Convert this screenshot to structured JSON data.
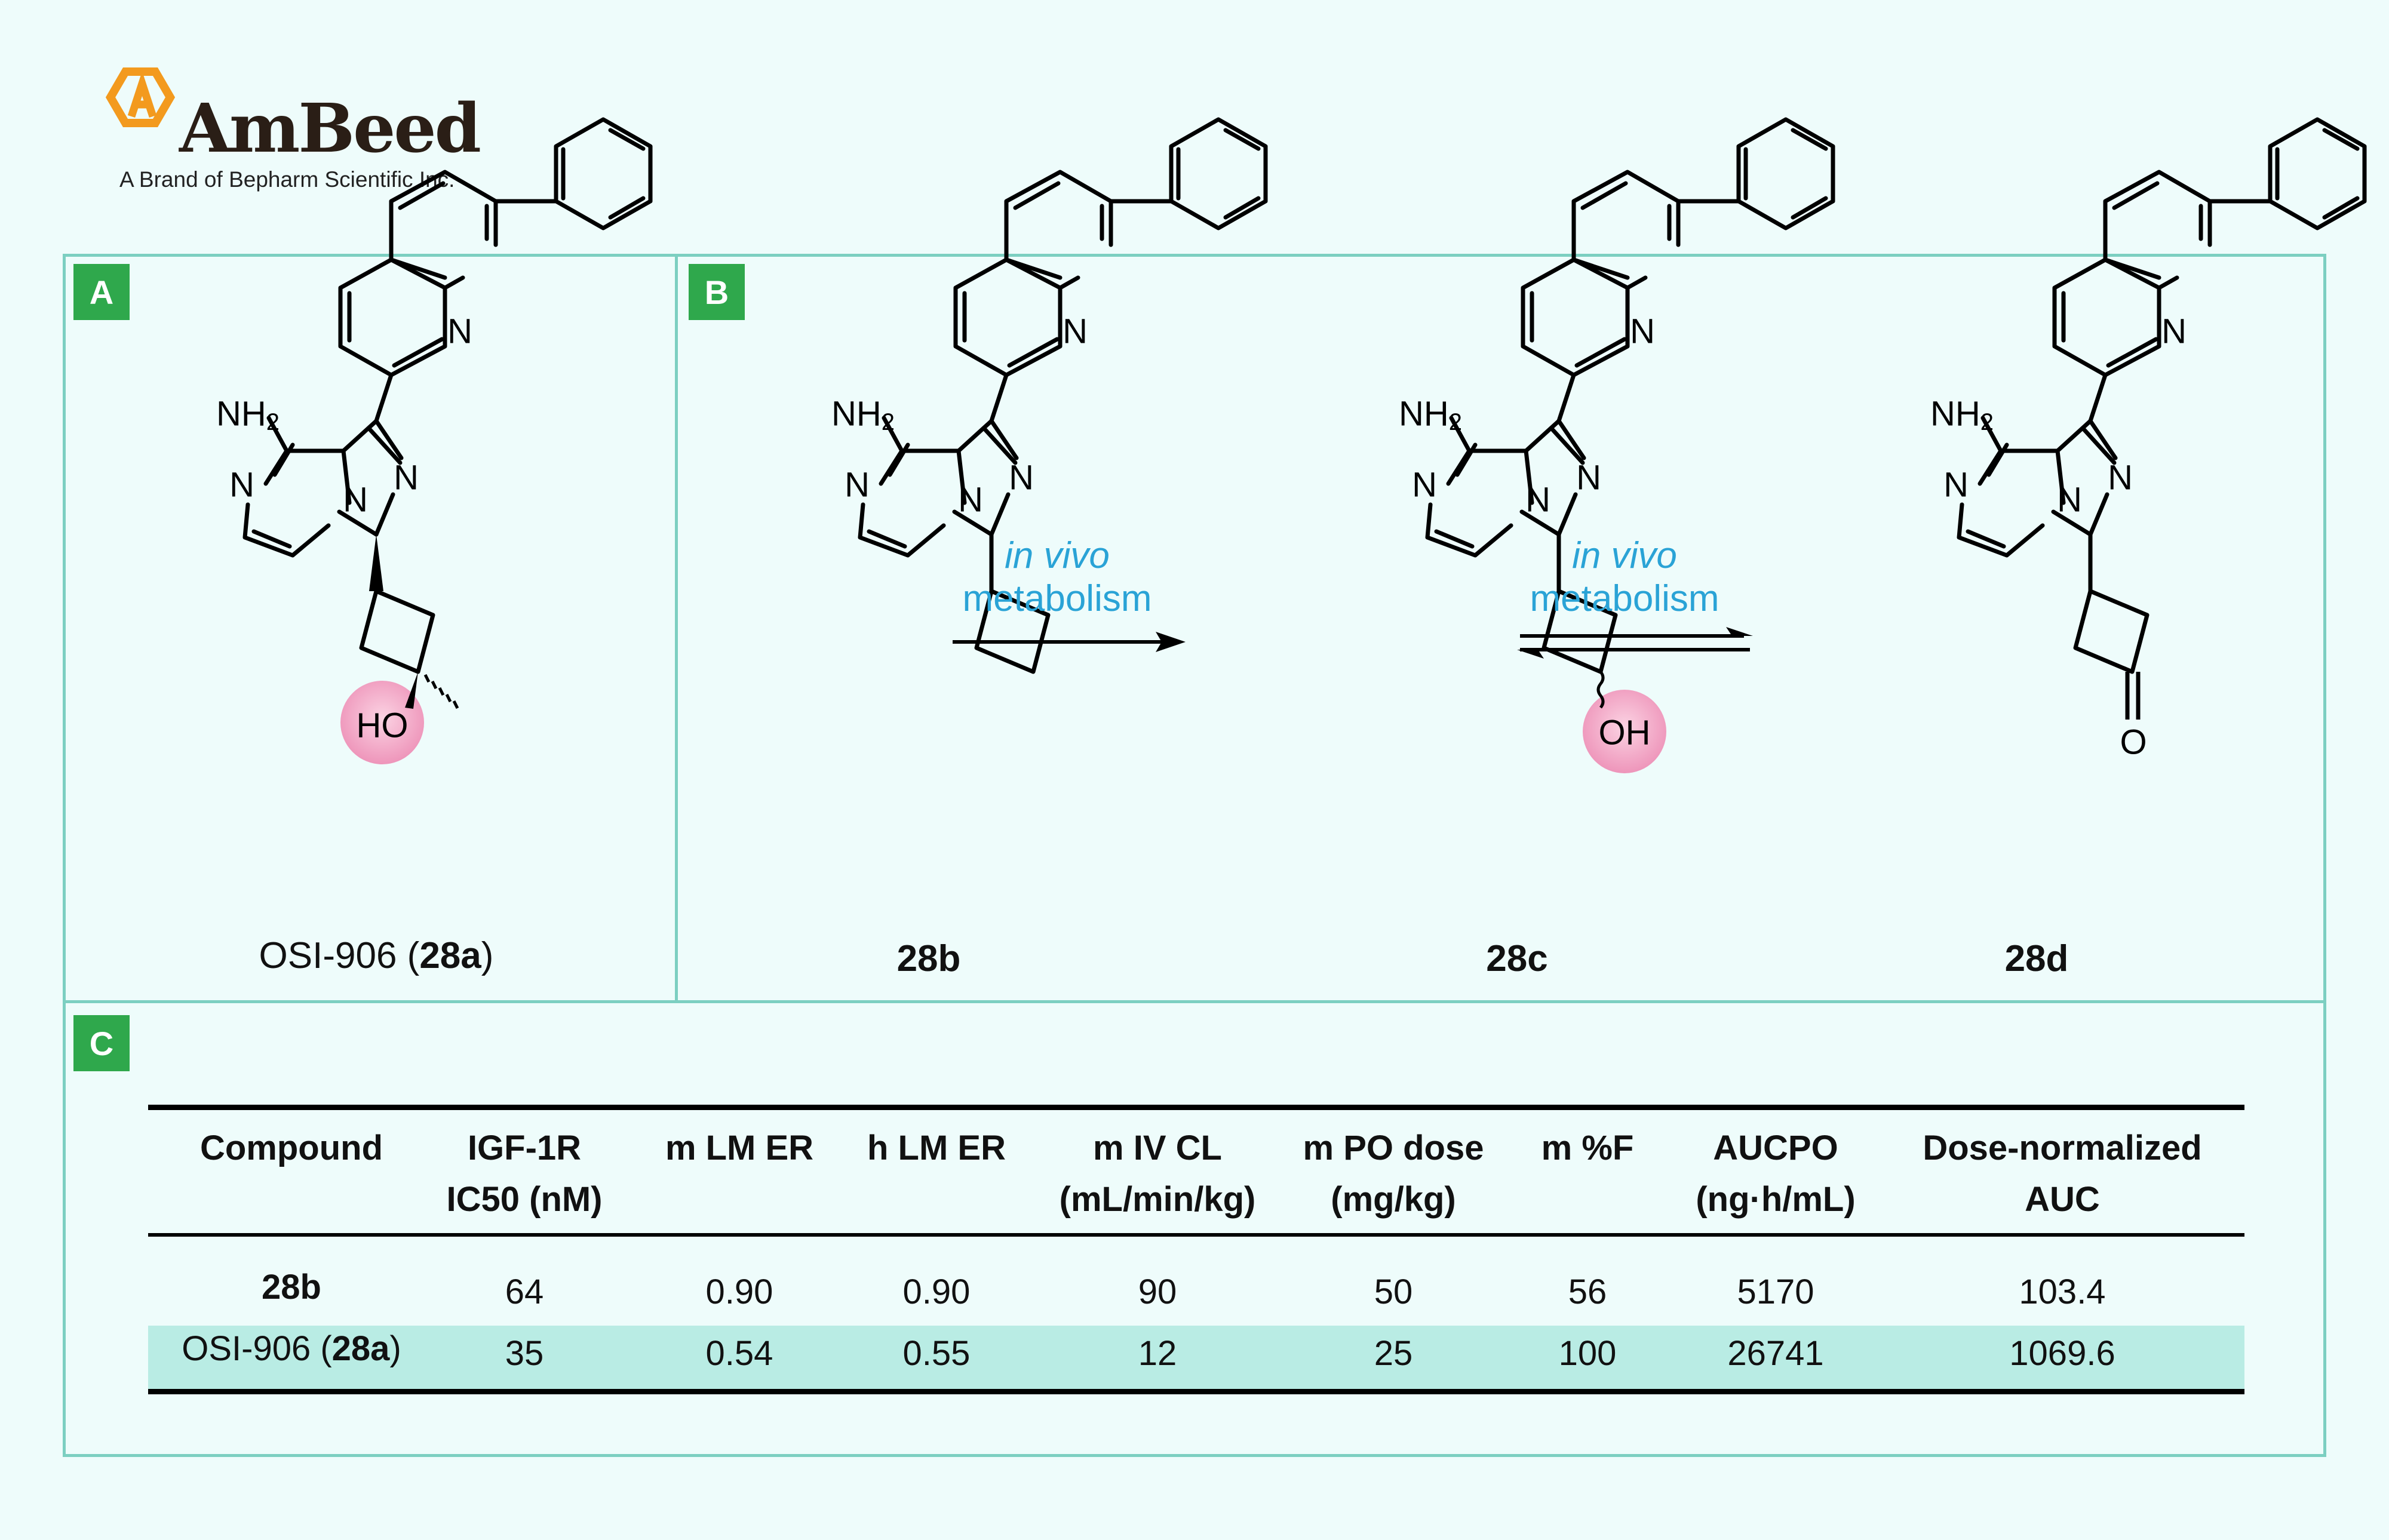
{
  "brand": {
    "name": "AmBeed",
    "tagline": "A Brand of Bepharm Scientific Inc."
  },
  "panels": {
    "a": "A",
    "b": "B",
    "c": "C"
  },
  "panel_a": {
    "compound_name": "OSI-906 (",
    "compound_id": "28a",
    "compound_close": ")"
  },
  "panel_b": {
    "arrow1_text_italic": "in vivo",
    "arrow1_text": "metabolism",
    "arrow2_text_italic": "in vivo",
    "arrow2_text": "metabolism",
    "compounds": [
      "28b",
      "28c",
      "28d"
    ]
  },
  "atoms": {
    "n": "N",
    "nh2": "NH",
    "nh2_sub": "2",
    "ho": "HO",
    "oh": "OH",
    "o": "O"
  },
  "table": {
    "headers": [
      {
        "lines": [
          "Compound"
        ]
      },
      {
        "lines": [
          "IGF-1R",
          "IC50 (nM)"
        ]
      },
      {
        "lines": [
          "m LM ER"
        ]
      },
      {
        "lines": [
          "h LM ER"
        ]
      },
      {
        "lines": [
          "m IV CL",
          "(mL/min/kg)"
        ]
      },
      {
        "lines": [
          "m PO dose",
          "(mg/kg)"
        ]
      },
      {
        "lines": [
          "m %F"
        ]
      },
      {
        "lines": [
          "AUCPO",
          "(ng·h/mL)"
        ]
      },
      {
        "lines": [
          "Dose-normalized",
          "AUC"
        ]
      }
    ],
    "rows": [
      {
        "compound": "28b",
        "values": [
          "64",
          "0.90",
          "0.90",
          "90",
          "50",
          "56",
          "5170",
          "103.4"
        ]
      },
      {
        "compound_prefix": "OSI-906 (",
        "compound": "28a",
        "compound_suffix": ")",
        "values": [
          "35",
          "0.54",
          "0.55",
          "12",
          "25",
          "100",
          "26741",
          "1069.6"
        ]
      }
    ]
  },
  "colors": {
    "background": "#eefcfb",
    "frame": "#7ccfc1",
    "tag": "#2fa84c",
    "arrow_text": "#2aa3d6",
    "highlight_circle": "#f2a7c6",
    "table_highlight": "#b9ece4",
    "logo_orange": "#f39a1e"
  }
}
